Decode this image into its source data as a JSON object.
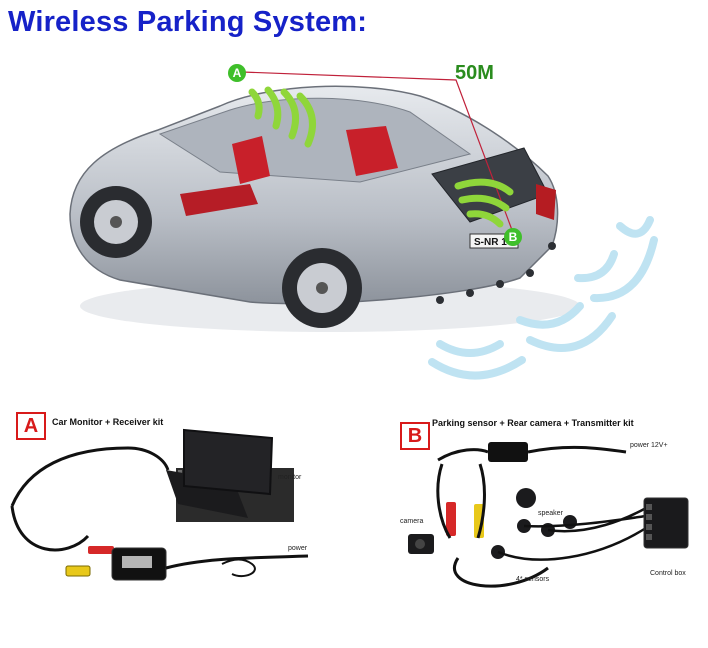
{
  "header": {
    "title": "Wireless Parking System:"
  },
  "diagram": {
    "distance_label": "50M",
    "marker_a": "A",
    "marker_b": "B",
    "plate_text": "S-NR 1"
  },
  "kits": {
    "a": {
      "badge": "A",
      "title": "Car Monitor + Receiver kit",
      "labels": {
        "monitor": "monitor",
        "power": "power"
      }
    },
    "b": {
      "badge": "B",
      "title": "Parking sensor + Rear camera + Transmitter kit",
      "labels": {
        "power": "power 12V+",
        "camera": "camera",
        "speaker": "speaker",
        "sensors": "4* sensors",
        "control_box": "Control box"
      }
    }
  },
  "colors": {
    "title": "#1622c8",
    "distance": "#2a8c1e",
    "badge": "#d81a1a",
    "signal": "#8fd63a",
    "wave": "#bfe3f2"
  }
}
